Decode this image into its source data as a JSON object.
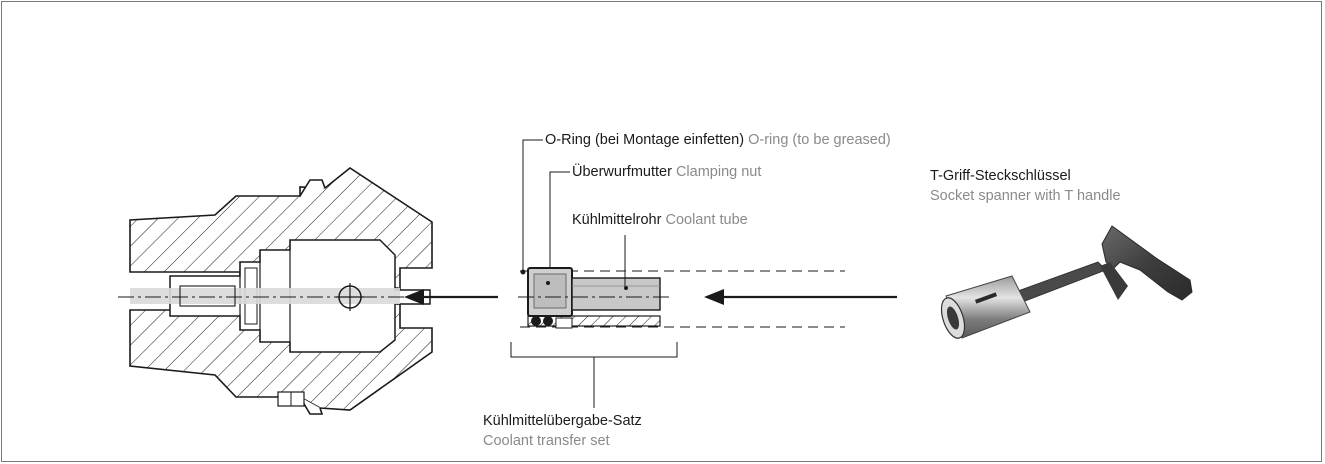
{
  "labels": {
    "oring": {
      "de": "O-Ring (bei Montage einfetten)",
      "en": "O-ring (to be greased)"
    },
    "nut": {
      "de": "Überwurfmutter",
      "en": "Clamping nut"
    },
    "tube": {
      "de": "Kühlmittelrohr",
      "en": "Coolant tube"
    },
    "spanner": {
      "de": "T-Griff-Steckschlüssel",
      "en": "Socket spanner with T handle"
    },
    "set": {
      "de": "Kühlmittelübergabe-Satz",
      "en": "Coolant transfer set"
    }
  },
  "colors": {
    "line": "#1a1a1a",
    "label_grey": "#8a8a8a",
    "axis_band": "#d9d9d9",
    "part_fill": "#c8c8c8"
  }
}
